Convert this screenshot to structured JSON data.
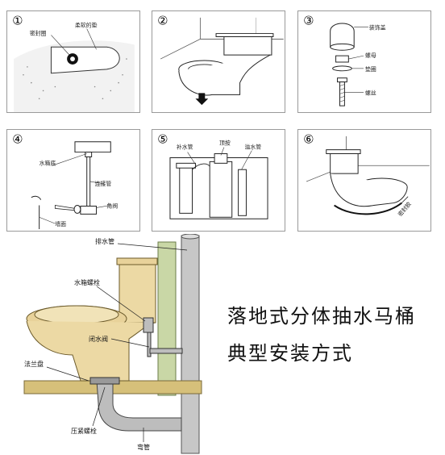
{
  "steps": [
    {
      "num": "①",
      "labels": {
        "seal_ring": "密封圈",
        "soft_pad": "柔软的垫"
      }
    },
    {
      "num": "②",
      "labels": {}
    },
    {
      "num": "③",
      "labels": {
        "decorative_cap": "装饰盖",
        "nut": "螺母",
        "washer": "垫圈",
        "bolt": "螺丝"
      }
    },
    {
      "num": "④",
      "labels": {
        "tank_bottom": "水箱底",
        "connecting_pipe": "连接管",
        "angle_valve": "角阀",
        "wall": "墙面"
      }
    },
    {
      "num": "⑤",
      "labels": {
        "refill_tube": "补水管",
        "top_button": "顶按",
        "overflow_pipe": "溢水管"
      }
    },
    {
      "num": "⑥",
      "labels": {
        "sealant": "密封胶"
      }
    }
  ],
  "main": {
    "title_line1": "落地式分体抽水马桶",
    "title_line2": "典型安装方式",
    "labels": {
      "drain_pipe": "排水管",
      "tank_bolt": "水箱螺栓",
      "shutoff_valve": "闭水阀",
      "flange_plate": "法兰盘",
      "hold_down_bolt": "压紧螺栓",
      "elbow_pipe": "弯管"
    }
  }
}
